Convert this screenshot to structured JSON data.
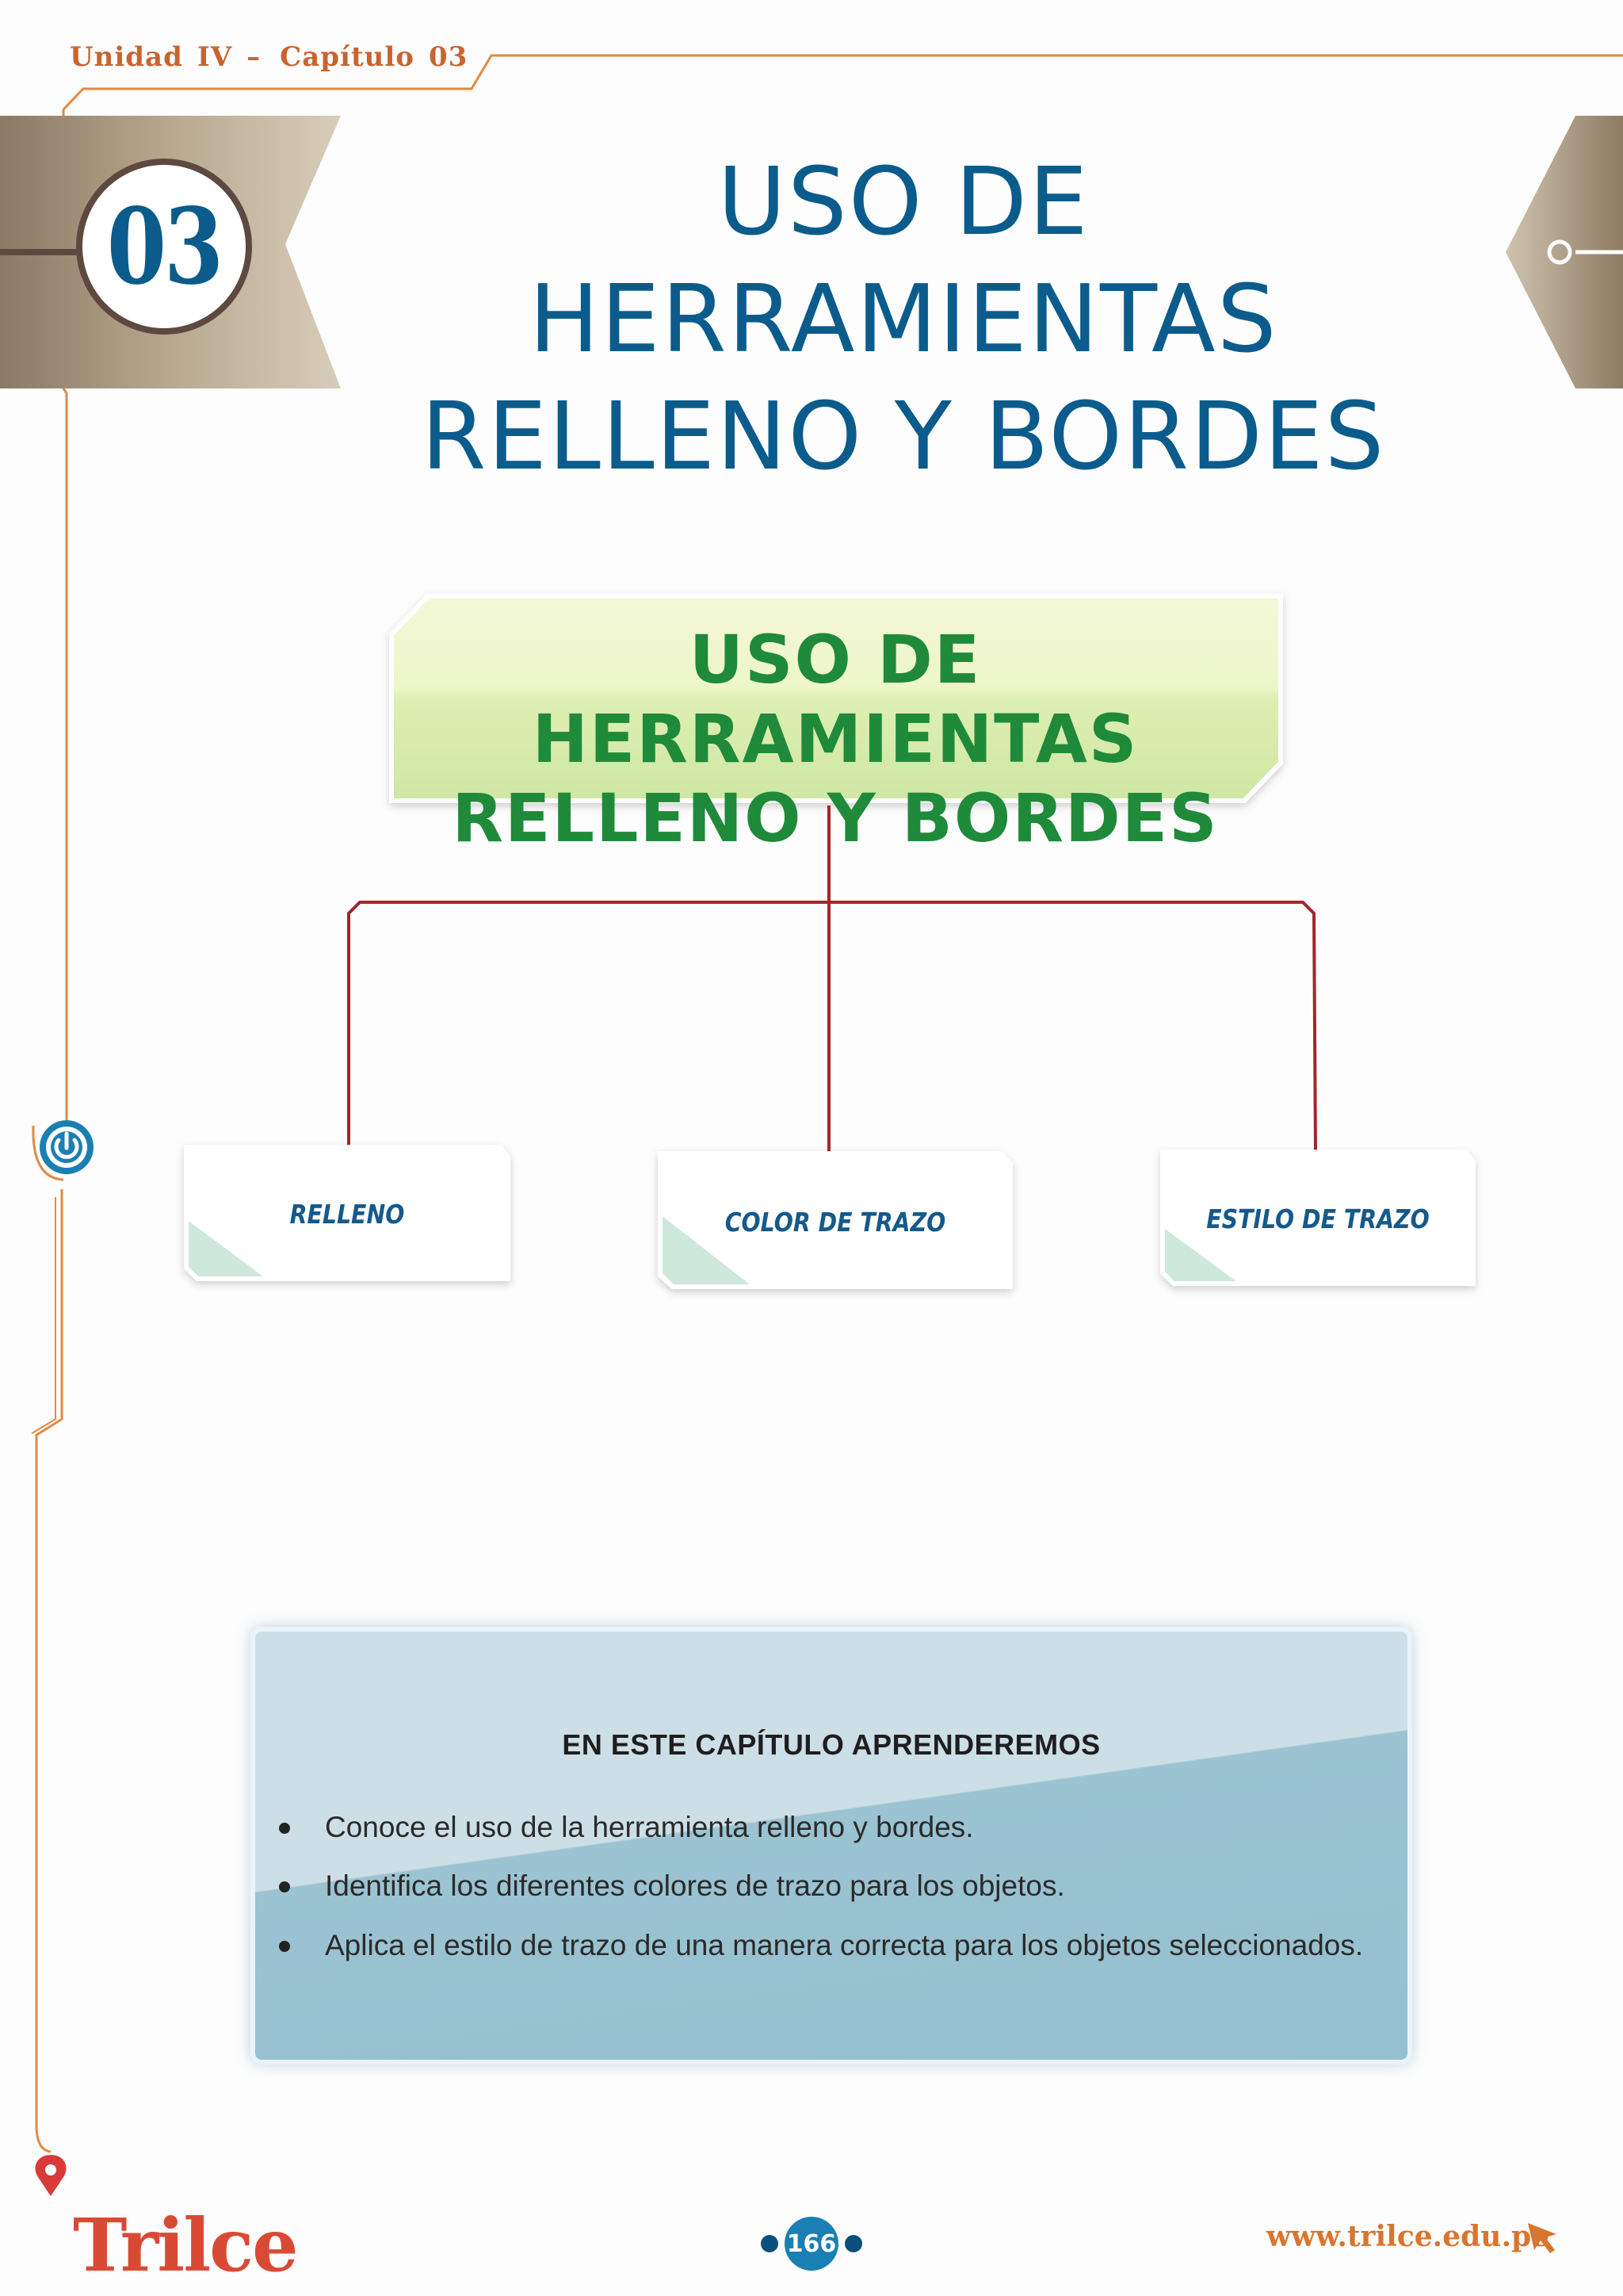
{
  "header": {
    "unit_label": "Unidad",
    "unit_number": "IV",
    "separator": "–",
    "chapter_label": "Capítulo",
    "chapter_number": "03"
  },
  "chapter": {
    "badge_number": "03",
    "title_line1": "USO DE HERRAMIENTAS",
    "title_line2": "RELLENO Y BORDES"
  },
  "mind_map": {
    "root_line1": "USO DE HERRAMIENTAS",
    "root_line2": "RELLENO Y BORDES",
    "nodes": [
      {
        "label": "RELLENO"
      },
      {
        "label": "COLOR DE TRAZO"
      },
      {
        "label": "ESTILO DE TRAZO"
      }
    ]
  },
  "learning": {
    "title": "EN ESTE CAPÍTULO APRENDEREMOS",
    "items": [
      "Conoce el uso de la herramienta relleno y bordes.",
      "Identifica los diferentes colores de trazo para los objetos.",
      "Aplica el estilo de trazo de una manera correcta para los objetos seleccionados."
    ]
  },
  "footer": {
    "brand": "Trilce",
    "page_number": "166",
    "website": "www.trilce.edu.pe"
  },
  "colors": {
    "accent_orange": "#e08a45",
    "title_blue": "#0b5c8c",
    "mindmap_green": "#1f8a3a",
    "connector_red": "#a3262a",
    "brand_red": "#d94a35"
  }
}
